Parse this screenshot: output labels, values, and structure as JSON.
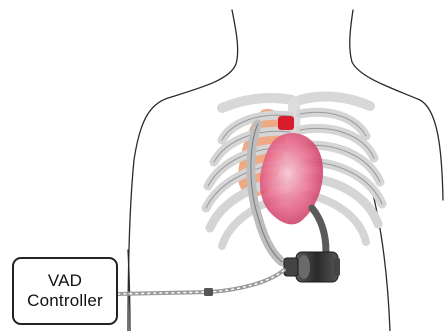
{
  "controller": {
    "label_line1": "VAD",
    "label_line2": "Controller"
  },
  "colors": {
    "outline": "#2a2a2a",
    "bone": "#e9e9e9",
    "bone_edge": "#9a9a9a",
    "heart": "#e0557a",
    "heart_light": "#f3b3c4",
    "lung": "#e88a5f",
    "artery": "#d91c2c",
    "pump": "#3a3a3a",
    "cable": "#888888"
  },
  "icons": [
    "human-torso",
    "rib-cage",
    "heart",
    "vad-pump",
    "driveline-cable"
  ]
}
